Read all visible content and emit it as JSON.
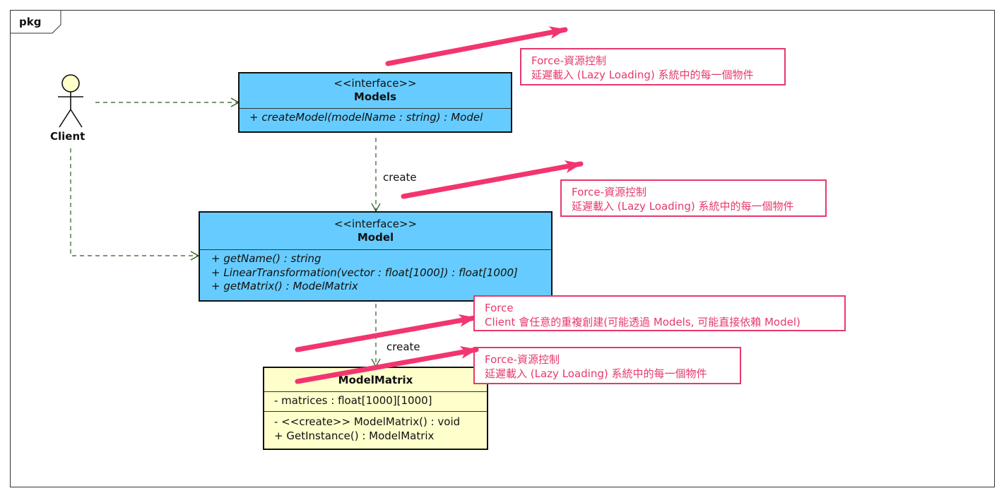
{
  "frame": {
    "label": "pkg"
  },
  "actor": {
    "name": "Client"
  },
  "classes": {
    "models": {
      "stereotype": "<<interface>>",
      "name": "Models",
      "operations": [
        "+ createModel(modelName : string) : Model"
      ]
    },
    "model": {
      "stereotype": "<<interface>>",
      "name": "Model",
      "operations": [
        "+ getName() : string",
        "+ LinearTransformation(vector : float[1000]) : float[1000]",
        "+ getMatrix() : ModelMatrix"
      ]
    },
    "model_matrix": {
      "name": "ModelMatrix",
      "attributes": [
        "- matrices : float[1000][1000]"
      ],
      "operations": [
        "- <<create>> ModelMatrix() : void",
        "+ GetInstance() : ModelMatrix"
      ]
    }
  },
  "dependencies": {
    "models_to_model_label": "create",
    "model_to_matrix_label": "create"
  },
  "notes": [
    {
      "line1": "Force-資源控制",
      "line2": "延遲載入 (Lazy Loading) 系統中的每一個物件"
    },
    {
      "line1": "Force-資源控制",
      "line2": "延遲載入 (Lazy Loading) 系統中的每一個物件"
    },
    {
      "line1": "Force",
      "line2": "Client 會任意的重複創建(可能透過 Models, 可能直接依賴 Model)"
    },
    {
      "line1": "Force-資源控制",
      "line2": "延遲載入 (Lazy Loading) 系統中的每一個物件"
    }
  ],
  "colors": {
    "interface_fill": "#66ccff",
    "class_fill": "#ffffcc",
    "note_accent": "#e6396b",
    "dependency_line": "#2d5a1e"
  }
}
